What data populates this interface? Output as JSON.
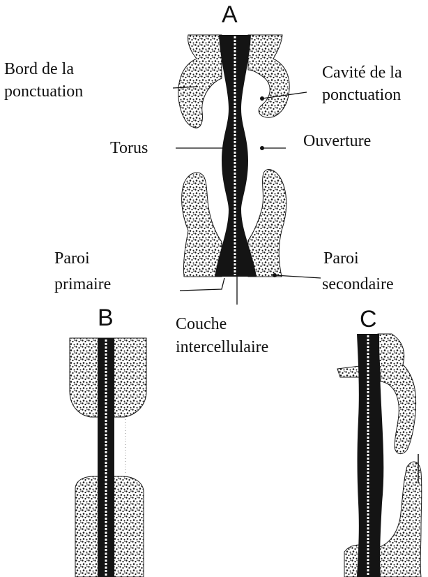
{
  "figure": {
    "panels": [
      {
        "id": "A",
        "letter": "A"
      },
      {
        "id": "B",
        "letter": "B"
      },
      {
        "id": "C",
        "letter": "C"
      }
    ],
    "labels": {
      "bord_line1": "Bord de la",
      "bord_line2": "ponctuation",
      "cavite_line1": "Cavité de la",
      "cavite_line2": "ponctuation",
      "torus": "Torus",
      "ouverture": "Ouverture",
      "paroi_primaire_line1": "Paroi",
      "paroi_primaire_line2": "primaire",
      "paroi_secondaire_line1": "Paroi",
      "paroi_secondaire_line2": "secondaire",
      "couche_line1": "Couche",
      "couche_line2": "intercellulaire"
    },
    "colors": {
      "ink": "#111111",
      "stipple": "#1a1a1a",
      "middle_lamella": "#ffffff"
    }
  }
}
